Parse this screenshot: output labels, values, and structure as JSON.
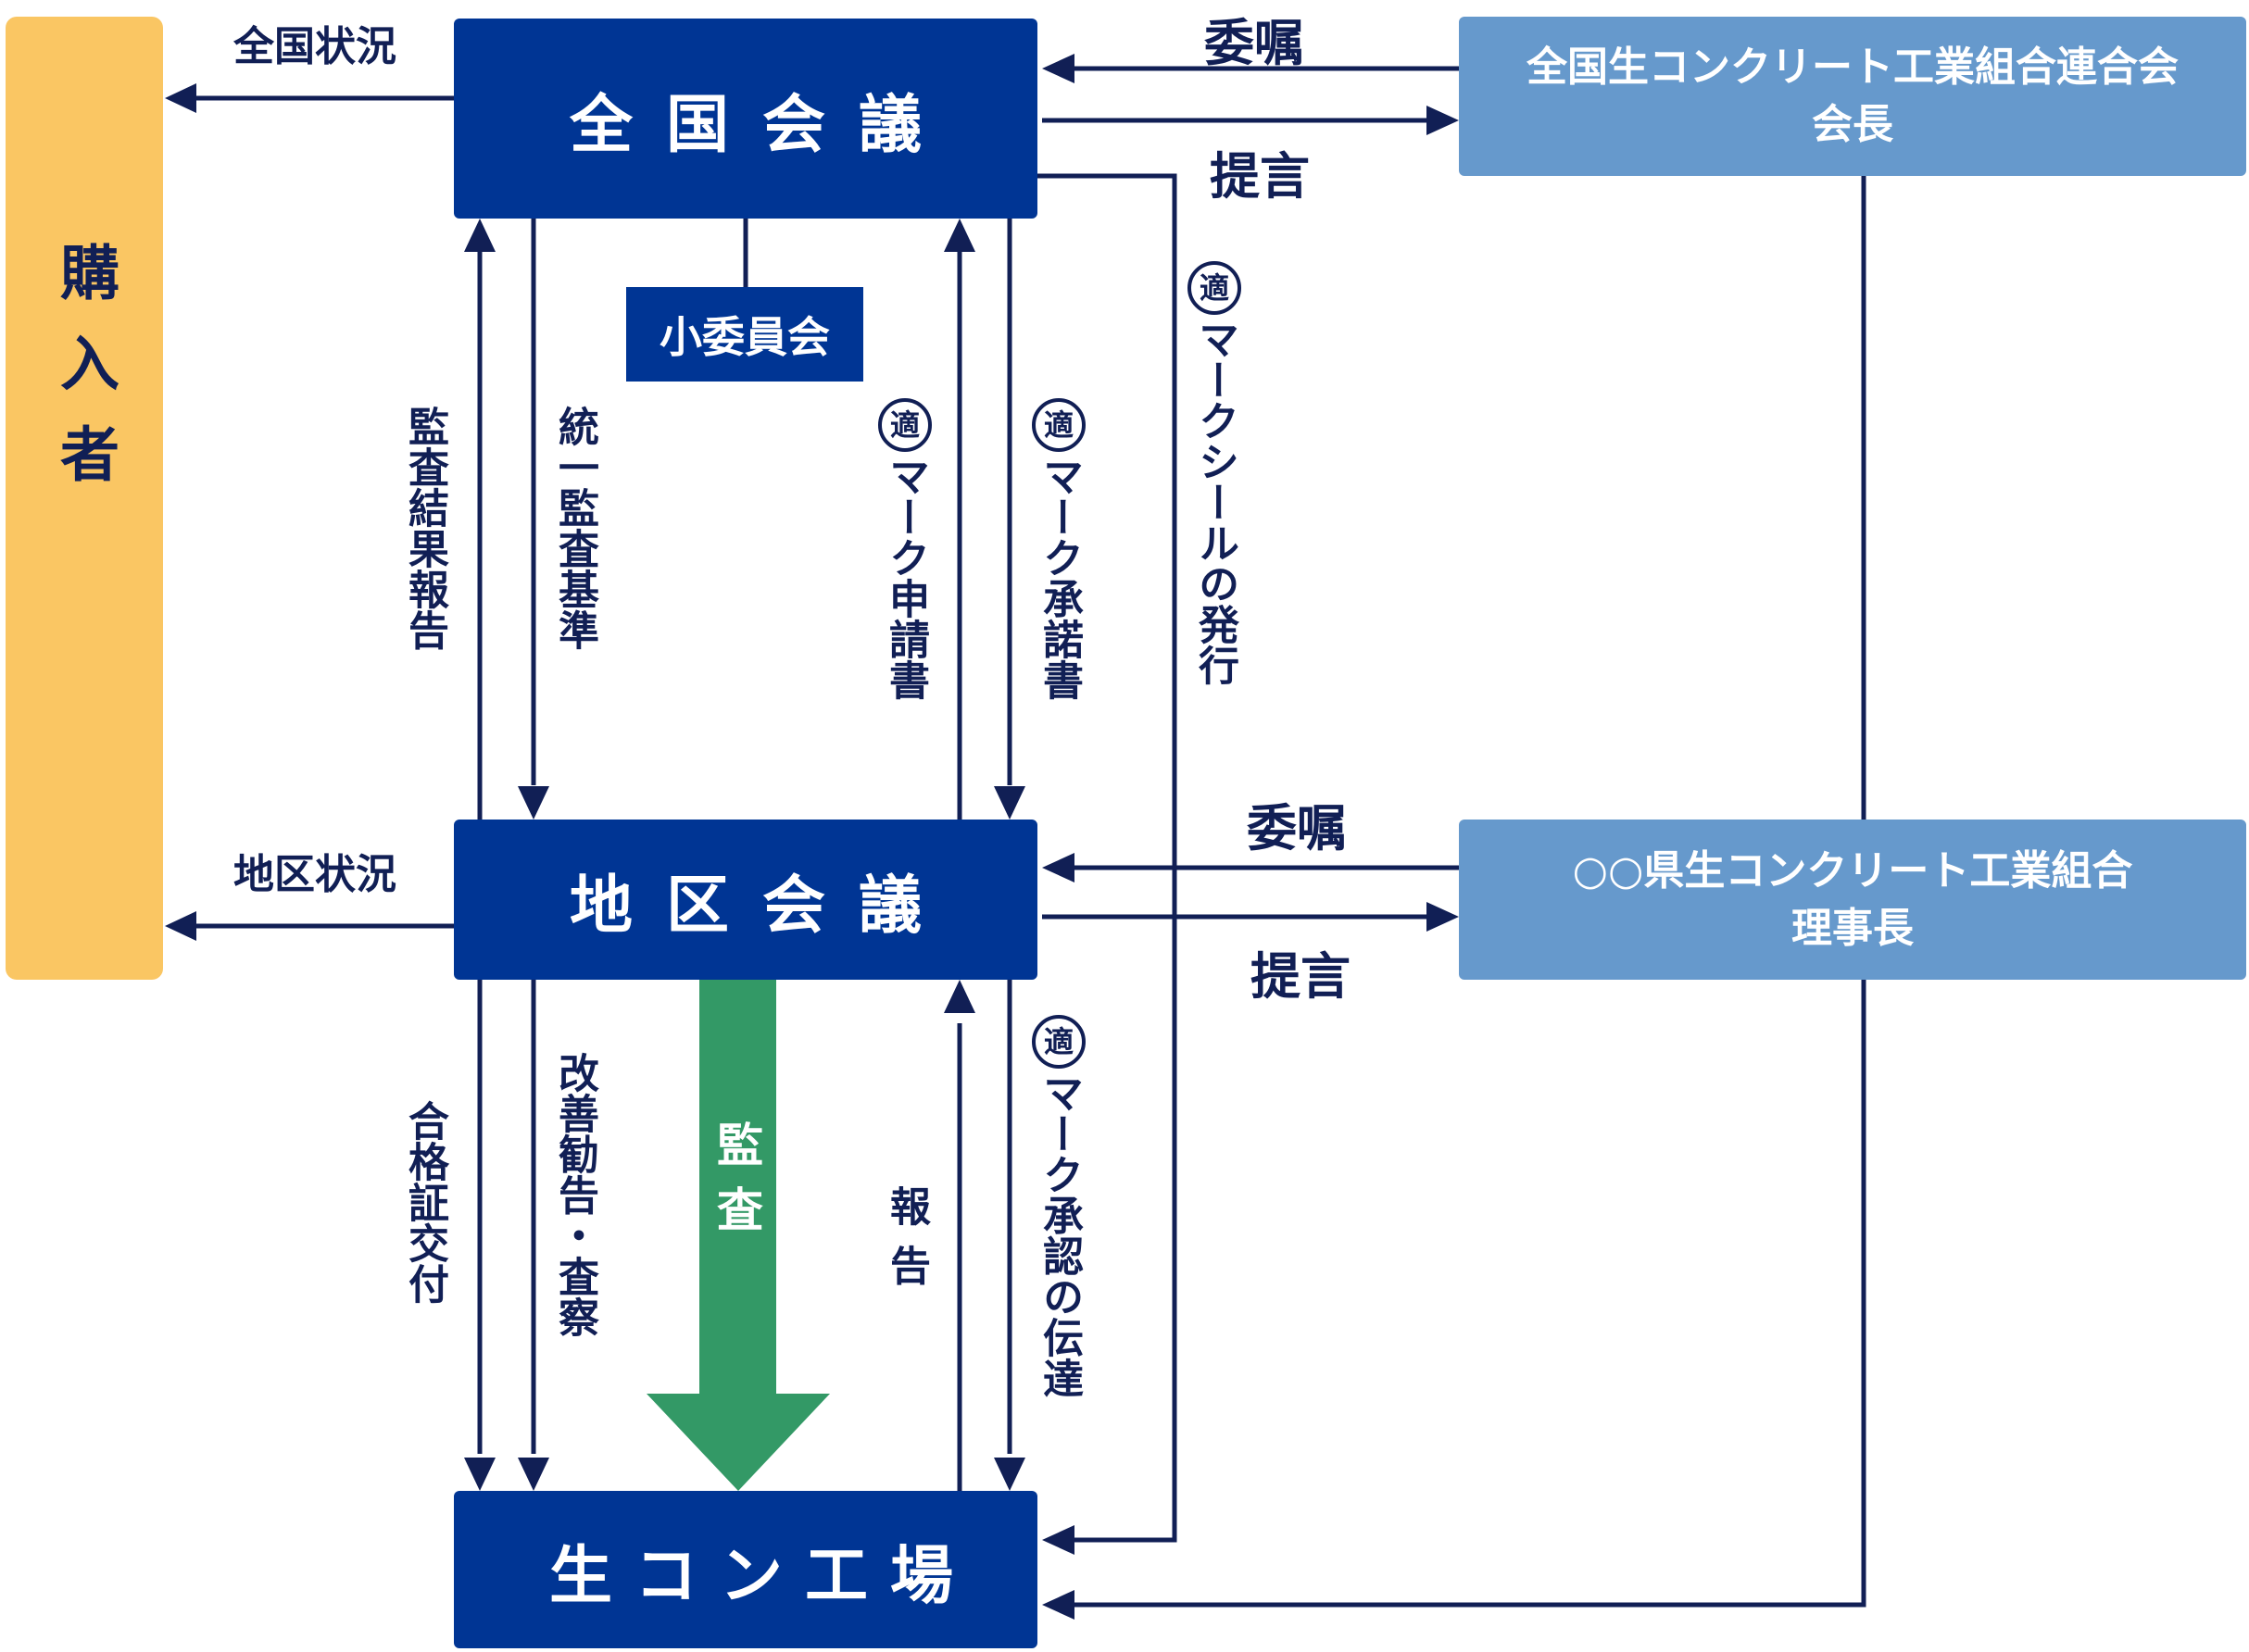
{
  "nodes": {
    "buyer": "購入者",
    "national": "全国会議",
    "subcommittee": "小委員会",
    "regional": "地区会議",
    "plant": "生コン工場",
    "federation_line1": "全国生コンクリート工業組合連合会",
    "federation_line2": "会長",
    "prefecture_line1": "○○県生コンクリート工業組合",
    "prefecture_line2": "理事長"
  },
  "labels": {
    "national_status": "全国状況",
    "regional_status": "地区状況",
    "commission_top": "委嘱",
    "proposal_top": "提言",
    "commission_mid": "委嘱",
    "proposal_mid": "提言",
    "audit_result_report": "監査結果報告",
    "unified_audit_standard": "統一監査基準",
    "mark_symbol": "適",
    "mark_application": "マーク申請書",
    "mark_consent": "マーク承諾書",
    "mark_seal_issue": "マークシールの発行",
    "certificate_issue": "合格証交付",
    "improvement_advice": "改善勧告・査察",
    "audit": "監査",
    "report": "報告",
    "mark_approval_notice": "マーク承認の伝達"
  },
  "colors": {
    "navy": "#003594",
    "light_blue": "#6699cc",
    "orange": "#fac663",
    "green": "#339966",
    "line": "#111f55"
  }
}
